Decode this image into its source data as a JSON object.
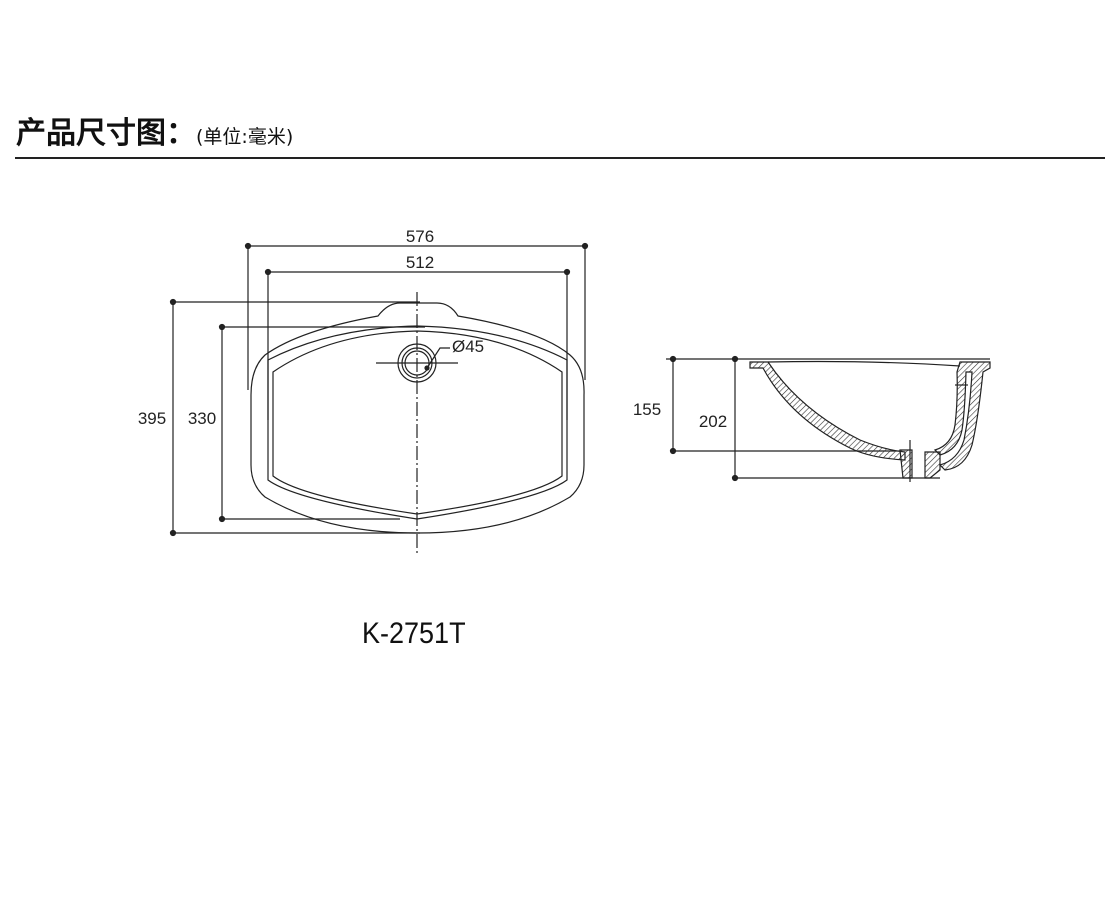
{
  "header": {
    "title": "产品尺寸图：",
    "unit_note": "(单位:毫米)"
  },
  "top_view": {
    "width_outer": "576",
    "width_inner": "512",
    "depth_outer": "395",
    "depth_inner": "330",
    "drain_diameter": "Ø45"
  },
  "side_view": {
    "bowl_depth": "155",
    "total_height": "202"
  },
  "model": "K-2751T"
}
